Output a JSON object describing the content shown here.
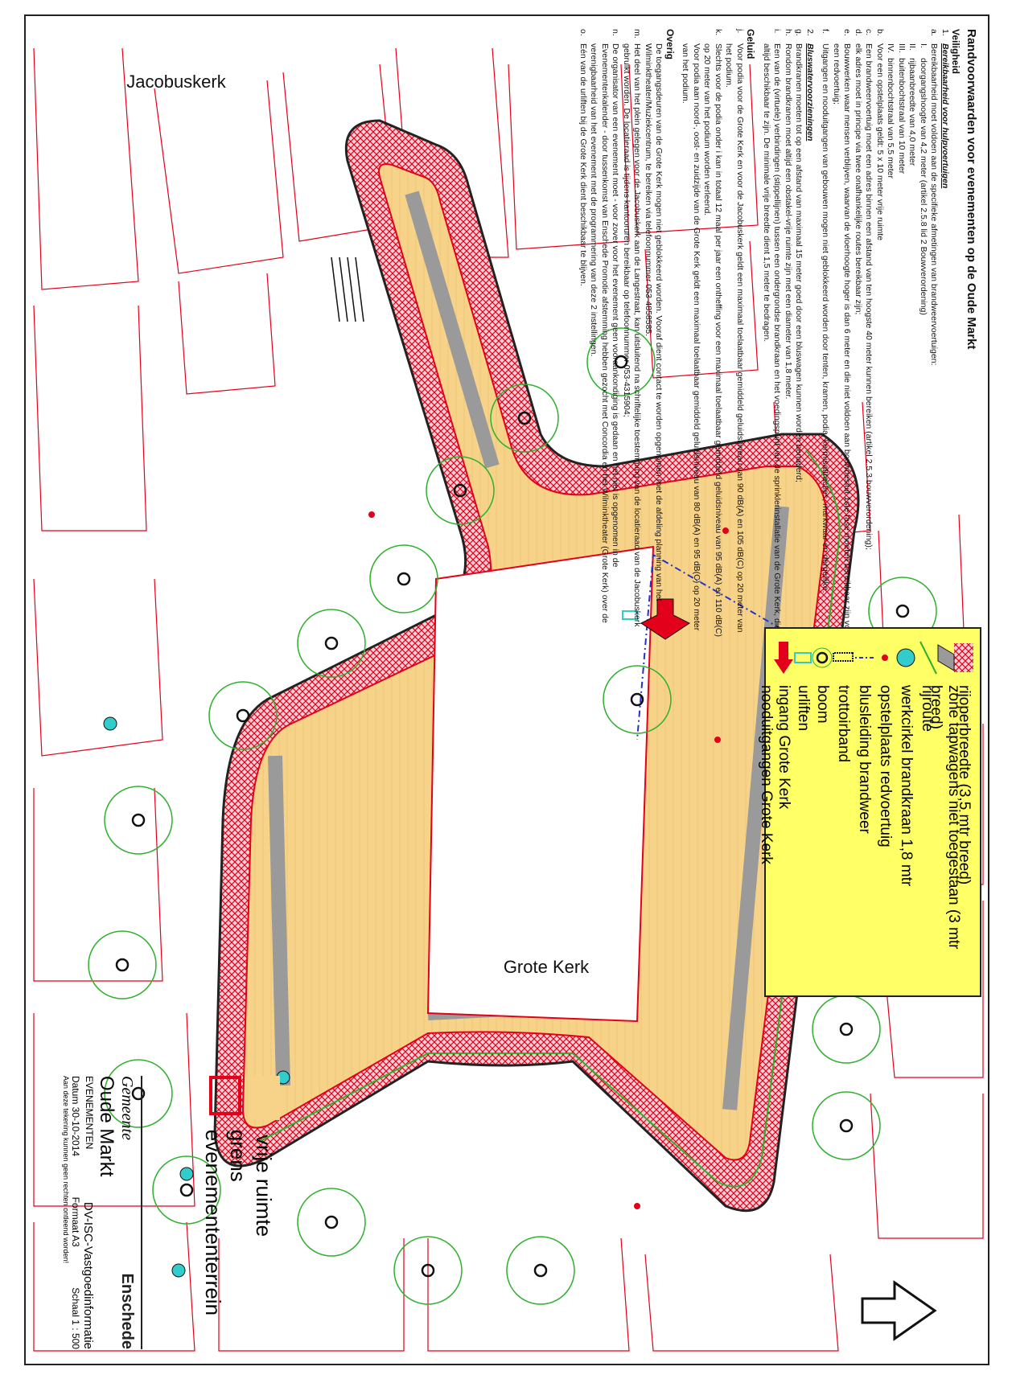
{
  "title": "Randvoorwaarden voor evenementen op de Oude Markt",
  "sections": {
    "veiligheid": "Veiligheid",
    "h1": "1.",
    "h1_title": "Bereikbaarheid voor hulpvoertuigen",
    "a": "Bereikbaarheid moet voldoen aan de specifieke afmetingen van brandweervoertuigen:",
    "a_items": [
      {
        "k": "I.",
        "t": "doorgangshoogte van 4,2 meter (artikel 2.5.8 lid 2 Bouwverordening)"
      },
      {
        "k": "II.",
        "t": "rijbaanbreedte van 4,0 meter"
      },
      {
        "k": "III.",
        "t": "buitenbochtstraal van 10 meter"
      },
      {
        "k": "IV.",
        "t": "binnenbochtstraal van 5,5 meter"
      }
    ],
    "b": "Voor een opstelplaats geldt: 5 x 10 meter vrije ruimte",
    "c": "Een brandweervoertuig moet een adres binnen een afstand van ten hoogste 40 meter kunnen bereiken (artikel 2.5.3 bouwverordening);",
    "d": "elk adres moet in principe via twee onafhankelijke routes bereikbaar zijn;",
    "e": "Bouwwerken waar mensen verblijven, waarvan de vloerhoogte hoger is dan 6 meter en die niet voldoen aan bouwbesluit 1ste fase moeten bereikbaar zijn voor een redvoertuig;",
    "f": "Uitgangen en nooduitgangen van gebouwen mogen niet geblokkeerd worden door tenten, kramen, podia, kermisattracties, markwaar en dergelijke.",
    "h2": "2.",
    "h2_title": "Bluswatervoorzieningen",
    "g": "Brandkranen moeten tot op een afstand van maximaal 15 meter goed door een bluswagen kunnen worden benaderd;",
    "h": "Rondom brandkranen moet altijd een obstakel-vrije ruimte zijn met een diameter van 1,8 meter.",
    "i": "Een van de (virtuele) verbindingen (stippellijnen) tussen een ondergrondse brandkraan en het voedingspunt van de sprinklerinstallatie van de Grote Kerk, dient altijd beschikbaar te zijn. De minimale vrije breedte dient 1,5 meter te bedragen.",
    "geluid": "Geluid",
    "j": "Voor podia voor de Grote Kerk en voor de Jacobuskerk geldt een maximaal toelaatbaar gemiddeld geluidsniveau van 90 dB(A) en 105 dB(C) op 20 meter van het podium.",
    "k": "Slechts voor de podia onder i kan in totaal 12 maal per jaar een ontheffing voor een maximaal toelaatbaar gemiddeld geluidsniveau van 95 dB(A) en 110 dB(C) op 20 meter van het podium worden verleend.",
    "l": "Voor podia aan noord-, oost- en zuidzijde van de Grote Kerk geldt een maximaal toelaatbaar gemiddeld geluidsniveau van 80 dB(A) en 95 dB(C) op 20 meter van het podium.",
    "overig": "Overig",
    "m": "De toegangsdeuren van de Grote Kerk mogen niet geblokkeerd worden. Vooraf dient contact te worden opgenomen met de afdeling planning van het Wilminktheater/Muziekcentrum, te bereiken via telefoonnummer 053-4858585.",
    "n": "Het deel van het plein gelegen voor de Jacobuskerk aan de Langestraat, kan uitsluitend na schriftelijke toestemming van de locatieraad van de Jacobuskerk gebruikt worden. De locatieraad is tijdens kantooruren bereikbaar op telefoonnummer 053-4315904;",
    "o": "De organisator van een evenement moet - voor zover voor het evenement geen vooraankondiging is gedaan en het niet is opgenomen in de Evenementenkalender - door tussenkomst van Enschede Promotie afstemming hebben gezocht met Concordia en het Wilminktheater (Grote Kerk) over de verenigbaarheid van het evenement met de programmering van deze 2 instellingen.",
    "p": "Eén van de urliften bij de Grote Kerk dient beschikbaar te blijven."
  },
  "keys": [
    "a.",
    "b.",
    "c.",
    "d.",
    "e.",
    "f.",
    "g.",
    "h.",
    "i.",
    "j.",
    "k.",
    "m.",
    "n.",
    "o."
  ],
  "legend": [
    "rijoperbreedte (3,5 mtr breed)",
    "zone tapwagens niet toegestaan (3 mtr breed)",
    "rijroute",
    "werkcirkel brandkraan 1,8 mtr",
    "opstelplaats redvoertuig",
    "blusleiding brandweer",
    "trottoirband",
    "boom",
    "urliften",
    "ingang Grote Kerk",
    "nooduitgangen Grote Kerk"
  ],
  "legend2": [
    "vrije ruimte",
    "grens evenemententerrein"
  ],
  "map_labels": {
    "grote_kerk": "Grote Kerk",
    "jacobuskerk": "Jacobuskerk"
  },
  "titleblock": {
    "org": "Gemeente",
    "city": "Enschede",
    "place": "Oude Markt",
    "dept": "DV-ISC-Vastgoedinformatie",
    "subject": "EVENEMENTEN",
    "date": "Datum 30-10-2014",
    "format": "Formaat A3",
    "scale": "Schaal   1 : 500",
    "disclaimer": "Aan deze tekening kunnen geen rechten ontleend worden!"
  },
  "colors": {
    "legend_bg": "#ffff66",
    "free_space": "#f7d38a",
    "border_red": "#e3001b",
    "tree_green": "#2db02d",
    "hydrant": "#33cccc"
  }
}
